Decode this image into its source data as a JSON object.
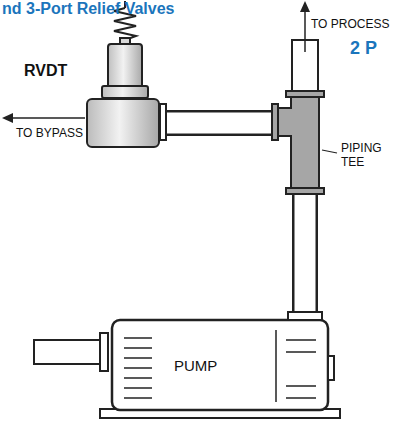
{
  "diagram": {
    "title": "nd 3-Port Relief Valves",
    "nodes": [
      {
        "text": [
          "RVDT"
        ]
      },
      {
        "text": [
          "PUMP"
        ]
      }
    ],
    "edges": [
      {
        "from": 1,
        "to": 0,
        "arrow": "none"
      }
    ],
    "labels": [
      "TO PROCESS",
      "TO BYPASS",
      "PIPING TEE",
      "2 P"
    ]
  }
}
